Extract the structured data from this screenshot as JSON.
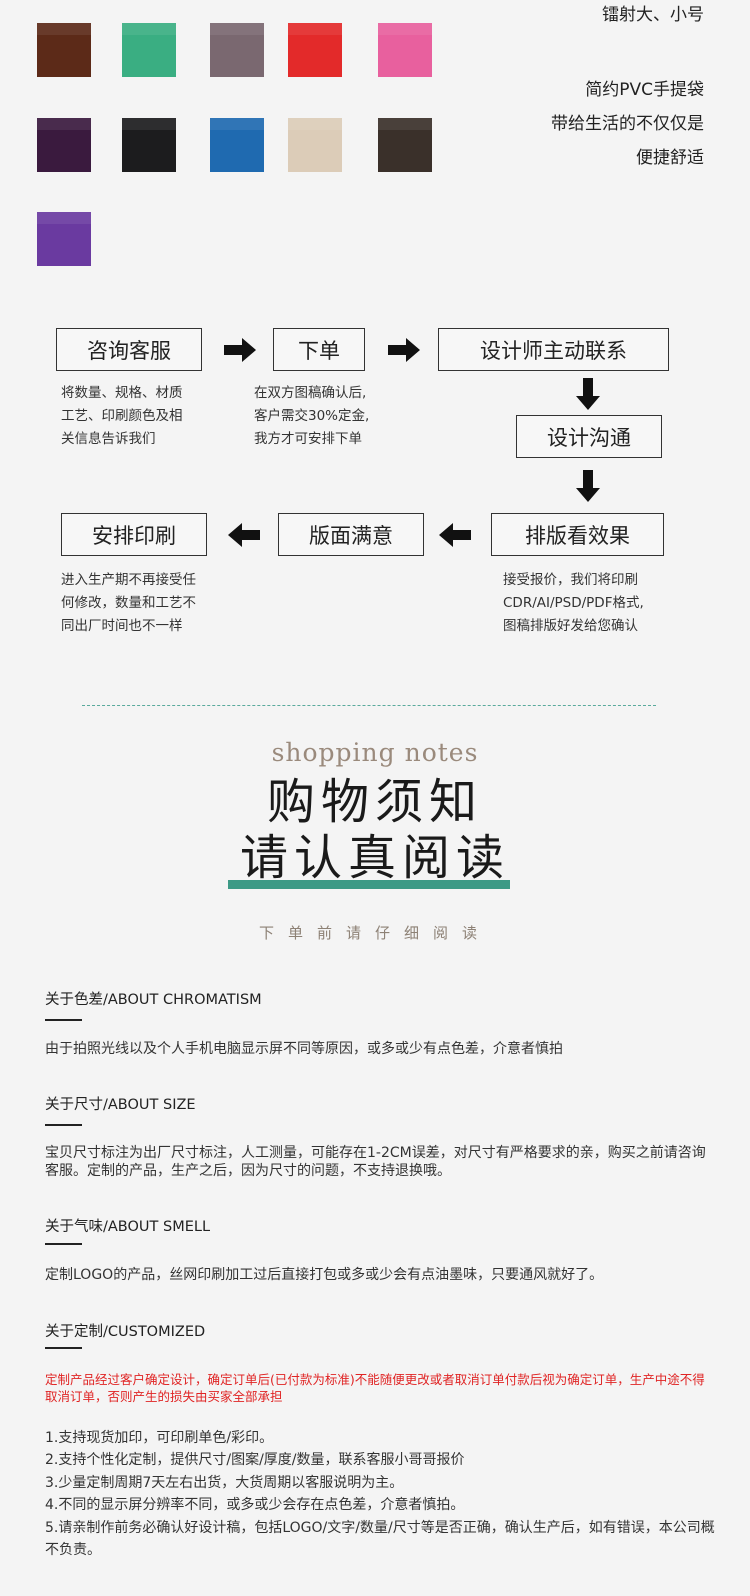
{
  "colors": {
    "swatches": [
      "#5c2a18",
      "#3aae82",
      "#7a6870",
      "#e32a2a",
      "#e8609e",
      "#3a1a3e",
      "#1c1c1e",
      "#1f6ab0",
      "#dcccb8",
      "#3a302a",
      "#6a3aa0"
    ],
    "accent": "#3d9a86",
    "warning": "#e02424"
  },
  "intro": {
    "line_top": "镭射大、小号",
    "line1": "简约PVC手提袋",
    "line2": "带给生活的不仅仅是",
    "line3": "便捷舒适"
  },
  "flow": {
    "steps": [
      "咨询客服",
      "下单",
      "设计师主动联系",
      "设计沟通",
      "排版看效果",
      "版面满意",
      "安排印刷"
    ],
    "desc_consult": [
      "将数量、规格、材质",
      "工艺、印刷颜色及相",
      "关信息告诉我们"
    ],
    "desc_order": [
      "在双方图稿确认后,",
      "客户需交30%定金,",
      "我方才可安排下单"
    ],
    "desc_print": [
      "进入生产期不再接受任",
      "何修改，数量和工艺不",
      "同出厂时间也不一样"
    ],
    "desc_layout": [
      "接受报价，我们将印刷",
      "CDR/AI/PSD/PDF格式,",
      "图稿排版好发给您确认"
    ]
  },
  "notes": {
    "en_title": "shopping notes",
    "title_line1": "购物须知",
    "title_line2": "请认真阅读",
    "subtitle": "下单前请仔细阅读",
    "sections": [
      {
        "heading": "关于色差/ABOUT CHROMATISM",
        "text": "由于拍照光线以及个人手机电脑显示屏不同等原因，或多或少有点色差，介意者慎拍"
      },
      {
        "heading": "关于尺寸/ABOUT SIZE",
        "text": "宝贝尺寸标注为出厂尺寸标注，人工测量，可能存在1-2CM误差，对尺寸有严格要求的亲，购买之前请咨询客服。定制的产品，生产之后，因为尺寸的问题，不支持退换哦。"
      },
      {
        "heading": "关于气味/ABOUT SMELL",
        "text": "定制LOGO的产品，丝网印刷加工过后直接打包或多或少会有点油墨味，只要通风就好了。"
      },
      {
        "heading": "关于定制/CUSTOMIZED",
        "text": "定制产品经过客户确定设计，确定订单后(已付款为标准)不能随便更改或者取消订单付款后视为确定订单，生产中途不得取消订单，否则产生的损失由买家全部承担"
      }
    ],
    "list": [
      "1.支持现货加印，可印刷单色/彩印。",
      "2.支持个性化定制，提供尺寸/图案/厚度/数量，联系客服小哥哥报价",
      "3.少量定制周期7天左右出货，大货周期以客服说明为主。",
      "4.不同的显示屏分辨率不同，或多或少会存在点色差，介意者慎拍。",
      "5.请亲制作前务必确认好设计稿，包括LOGO/文字/数量/尺寸等是否正确，确认生产后，如有错误，本公司概不负责。"
    ]
  }
}
